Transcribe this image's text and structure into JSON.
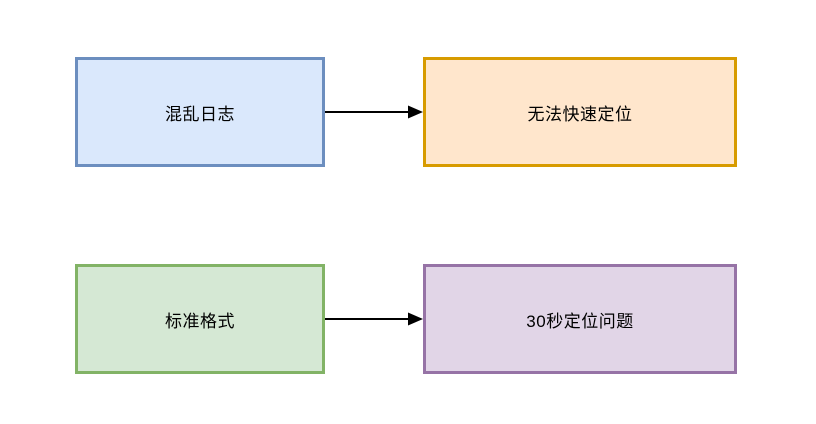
{
  "canvas": {
    "background": "#FFFFFF"
  },
  "diagram": {
    "nodes": [
      {
        "id": "messy-logs",
        "label": "混乱日志",
        "fill": "#DAE8FC",
        "stroke": "#6C8EBF",
        "text_color": "#000000"
      },
      {
        "id": "cannot-locate-quickly",
        "label": "无法快速定位",
        "fill": "#FFE6CC",
        "stroke": "#D79B00",
        "text_color": "#000000"
      },
      {
        "id": "standard-format",
        "label": "标准格式",
        "fill": "#D5E8D4",
        "stroke": "#82B366",
        "text_color": "#000000"
      },
      {
        "id": "locate-issue-in-30s",
        "label": "30秒定位问题",
        "fill": "#E1D5E7",
        "stroke": "#9673A6",
        "text_color": "#000000"
      }
    ],
    "edges": [
      {
        "from": "messy-logs",
        "to": "cannot-locate-quickly",
        "color": "#000000",
        "style": "solid-arrow"
      },
      {
        "from": "standard-format",
        "to": "locate-issue-in-30s",
        "color": "#000000",
        "style": "solid-arrow"
      }
    ]
  }
}
